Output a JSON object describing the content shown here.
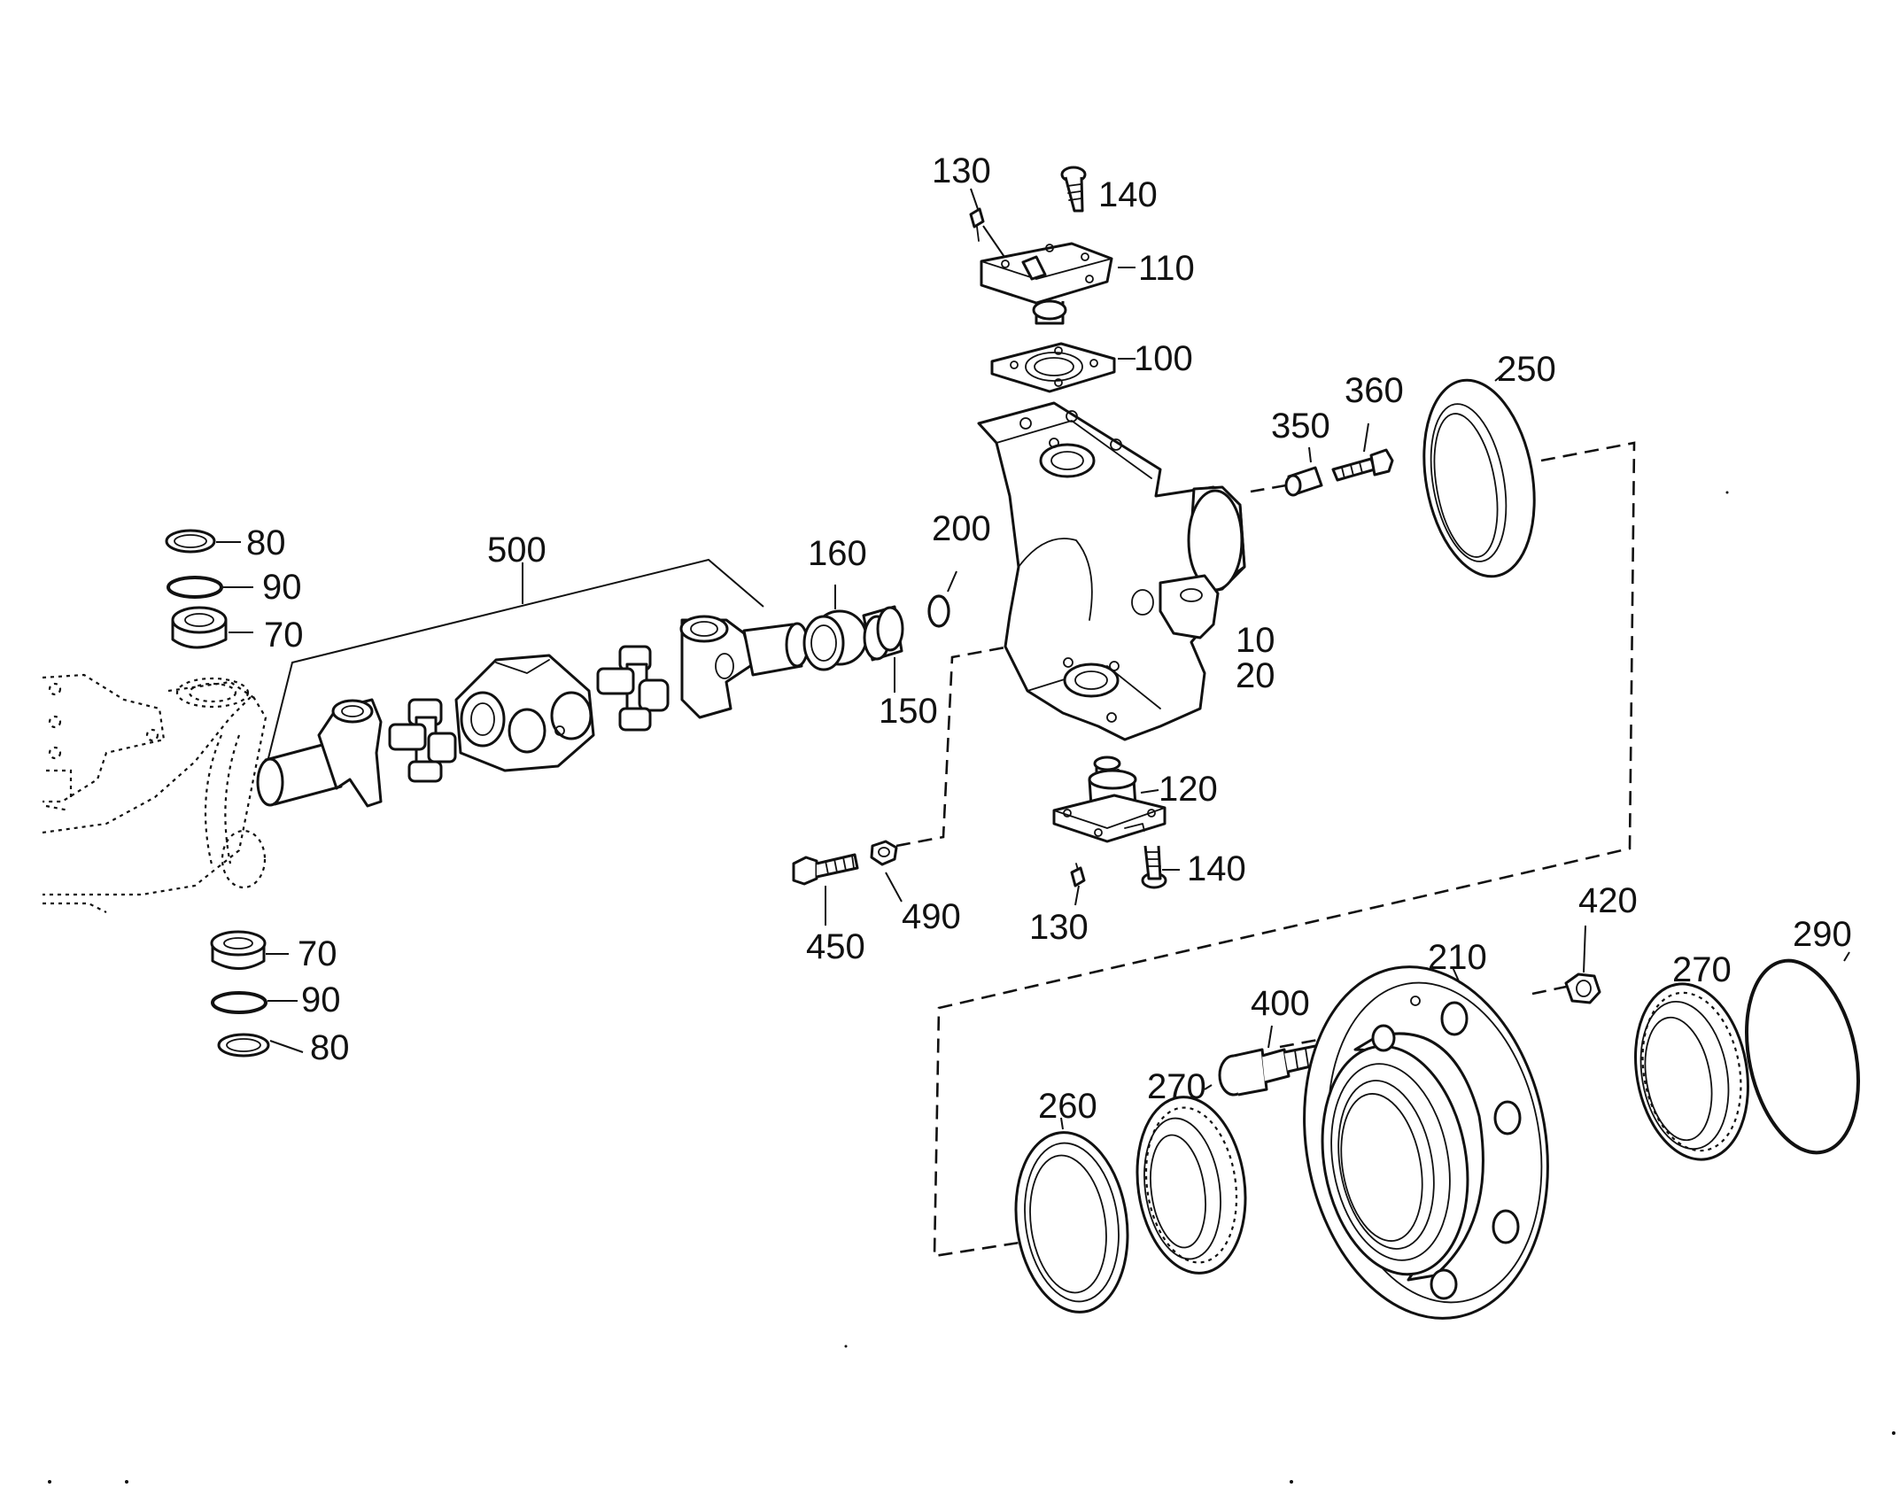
{
  "labels": [
    {
      "id": "130-top",
      "text": "130"
    },
    {
      "id": "140-top",
      "text": "140"
    },
    {
      "id": "110",
      "text": "110"
    },
    {
      "id": "100",
      "text": "100"
    },
    {
      "id": "250",
      "text": "250"
    },
    {
      "id": "360",
      "text": "360"
    },
    {
      "id": "350",
      "text": "350"
    },
    {
      "id": "80-top",
      "text": "80"
    },
    {
      "id": "90-top",
      "text": "90"
    },
    {
      "id": "70-top",
      "text": "70"
    },
    {
      "id": "500",
      "text": "500"
    },
    {
      "id": "160",
      "text": "160"
    },
    {
      "id": "200",
      "text": "200"
    },
    {
      "id": "150",
      "text": "150"
    },
    {
      "id": "10",
      "text": "10"
    },
    {
      "id": "20",
      "text": "20"
    },
    {
      "id": "120",
      "text": "120"
    },
    {
      "id": "140-bottom",
      "text": "140"
    },
    {
      "id": "130-bottom",
      "text": "130"
    },
    {
      "id": "450",
      "text": "450"
    },
    {
      "id": "490",
      "text": "490"
    },
    {
      "id": "420",
      "text": "420"
    },
    {
      "id": "290",
      "text": "290"
    },
    {
      "id": "210",
      "text": "210"
    },
    {
      "id": "270-right",
      "text": "270"
    },
    {
      "id": "400",
      "text": "400"
    },
    {
      "id": "270-left",
      "text": "270"
    },
    {
      "id": "260",
      "text": "260"
    },
    {
      "id": "70-bottom",
      "text": "70"
    },
    {
      "id": "90-bottom",
      "text": "90"
    },
    {
      "id": "80-bottom",
      "text": "80"
    }
  ]
}
